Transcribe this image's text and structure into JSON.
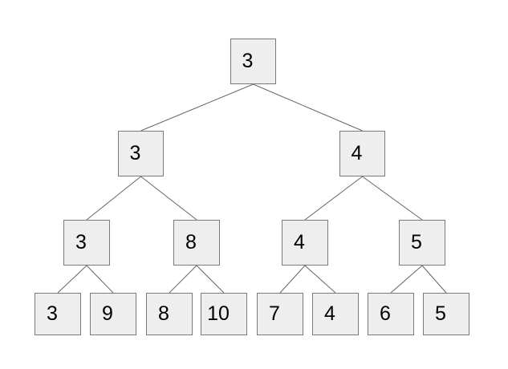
{
  "diagram": {
    "type": "binary-tree",
    "levels": [
      [
        "3"
      ],
      [
        "3",
        "4"
      ],
      [
        "3",
        "8",
        "4",
        "5"
      ],
      [
        "3",
        "9",
        "8",
        "10",
        "7",
        "4",
        "6",
        "5"
      ]
    ],
    "edges": [
      {
        "from": [
          0,
          0
        ],
        "to": [
          1,
          0
        ]
      },
      {
        "from": [
          0,
          0
        ],
        "to": [
          1,
          1
        ]
      },
      {
        "from": [
          1,
          0
        ],
        "to": [
          2,
          0
        ]
      },
      {
        "from": [
          1,
          0
        ],
        "to": [
          2,
          1
        ]
      },
      {
        "from": [
          1,
          1
        ],
        "to": [
          2,
          2
        ]
      },
      {
        "from": [
          1,
          1
        ],
        "to": [
          2,
          3
        ]
      },
      {
        "from": [
          2,
          0
        ],
        "to": [
          3,
          0
        ]
      },
      {
        "from": [
          2,
          0
        ],
        "to": [
          3,
          1
        ]
      },
      {
        "from": [
          2,
          1
        ],
        "to": [
          3,
          2
        ]
      },
      {
        "from": [
          2,
          1
        ],
        "to": [
          3,
          3
        ]
      },
      {
        "from": [
          2,
          2
        ],
        "to": [
          3,
          4
        ]
      },
      {
        "from": [
          2,
          2
        ],
        "to": [
          3,
          5
        ]
      },
      {
        "from": [
          2,
          3
        ],
        "to": [
          3,
          6
        ]
      },
      {
        "from": [
          2,
          3
        ],
        "to": [
          3,
          7
        ]
      }
    ],
    "colors": {
      "node_fill": "#eeeeee",
      "node_border": "#7a7a7a",
      "edge": "#666666",
      "text": "#000000",
      "background": "#ffffff"
    }
  }
}
